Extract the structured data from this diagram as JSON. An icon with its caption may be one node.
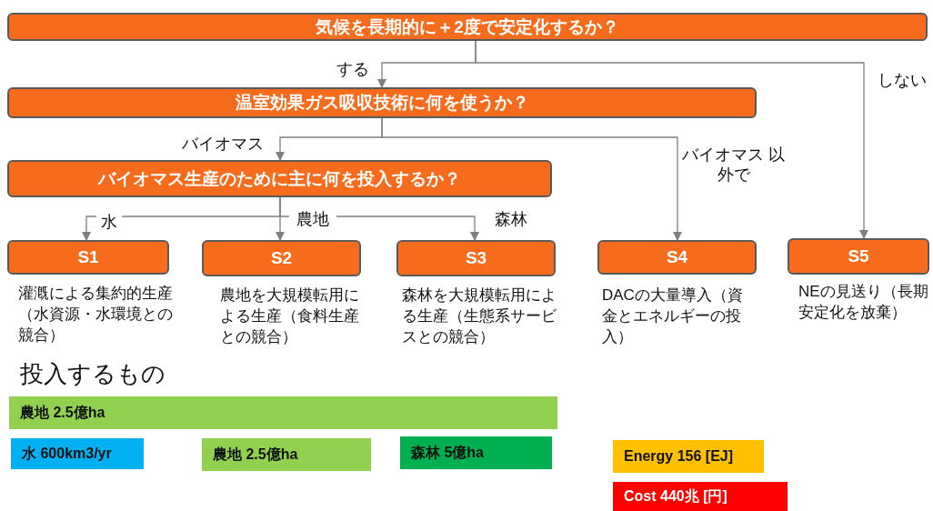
{
  "diagram": {
    "nodes": [
      {
        "text": [
          "気候を長期的に＋2度で安定化するか？"
        ]
      },
      {
        "text": [
          "温室効果ガス吸収技術に何を使うか？"
        ]
      },
      {
        "text": [
          "バイオマス生産のために主に何を投入するか？"
        ]
      },
      {
        "text": [
          "S1"
        ],
        "beside": [
          "灌漑による集約的生産（水資源・水環境との競合）"
        ]
      },
      {
        "text": [
          "S2"
        ],
        "beside": [
          "農地を大規模転用による生産（食料生産との競合）"
        ]
      },
      {
        "text": [
          "S3"
        ],
        "beside": [
          "森林を大規模転用による生産（生態系サービスとの競合）"
        ]
      },
      {
        "text": [
          "S4"
        ],
        "beside": [
          "DACの大量導入（資金とエネルギーの投入）"
        ]
      },
      {
        "text": [
          "S5"
        ],
        "beside": [
          "NEの見送り（長期安定化を放棄）"
        ]
      },
      {
        "text": [
          "農地 2.5億ha"
        ]
      },
      {
        "text": [
          "水 600km3/yr"
        ]
      },
      {
        "text": [
          "農地 2.5億ha"
        ]
      },
      {
        "text": [
          "森林 5億ha"
        ]
      },
      {
        "text": [
          "Energy 156 [EJ]"
        ]
      },
      {
        "text": [
          "Cost 440兆 [円]"
        ]
      }
    ],
    "edges": [
      {
        "from": 0,
        "to": 1,
        "arrow": "to",
        "label": "する"
      },
      {
        "from": 0,
        "to": 7,
        "arrow": "to",
        "label": "しない"
      },
      {
        "from": 1,
        "to": 2,
        "arrow": "to",
        "label": "バイオマス"
      },
      {
        "from": 1,
        "to": 6,
        "arrow": "to",
        "label": "バイオマス 以外で"
      },
      {
        "from": 2,
        "to": 3,
        "arrow": "to",
        "label": "水"
      },
      {
        "from": 2,
        "to": 4,
        "arrow": "to",
        "label": "農地"
      },
      {
        "from": 2,
        "to": 5,
        "arrow": "to",
        "label": "森林"
      }
    ],
    "labels": [
      "投入するもの"
    ]
  }
}
